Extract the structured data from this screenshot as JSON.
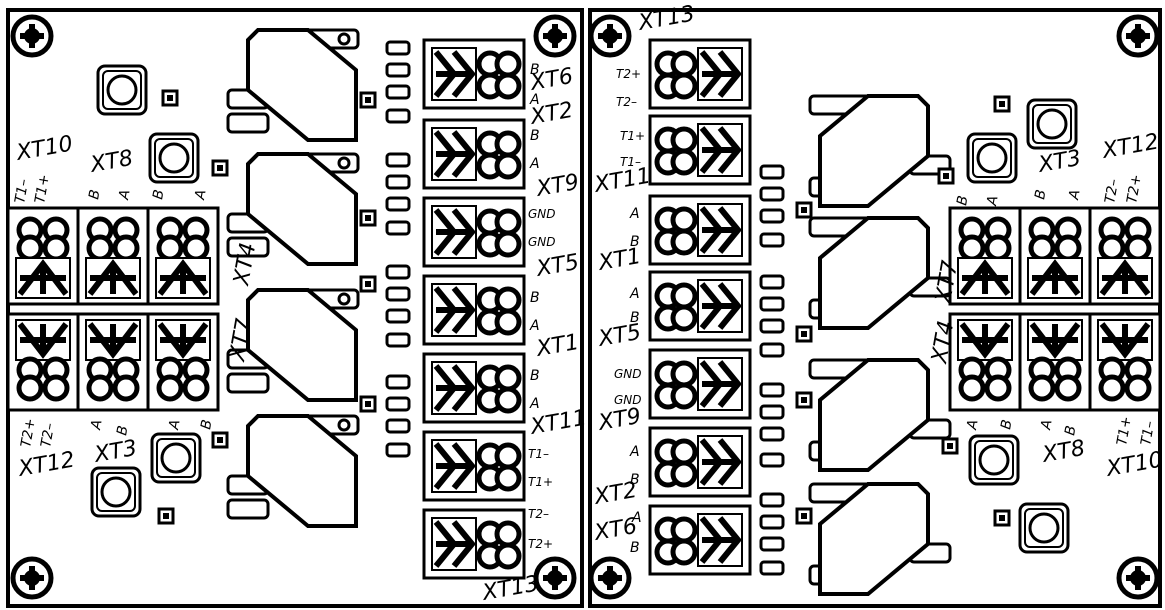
{
  "left_board": {
    "labels": {
      "xt6": "XT6",
      "xt2": "XT2",
      "xt9": "XT9",
      "xt5": "XT5",
      "xt1": "XT1",
      "xt11": "XT11",
      "xt13": "XT13",
      "xt10": "XT10",
      "xt8": "XT8",
      "xt4": "XT4",
      "xt7": "XT7",
      "xt12": "XT12",
      "xt3": "XT3"
    },
    "pins": {
      "xt6_b": "B",
      "xt6_a": "A",
      "xt2_b": "B",
      "xt2_a": "A",
      "xt9_gnd1": "GND",
      "xt9_gnd2": "GND",
      "xt5_b": "B",
      "xt5_a": "A",
      "xt1_b": "B",
      "xt1_a": "A",
      "xt11_t1m": "T1–",
      "xt11_t1p": "T1+",
      "xt13_t2m": "T2–",
      "xt13_t2p": "T2+",
      "xt10_t1m": "T1–",
      "xt10_t1p": "T1+",
      "xt8_b": "B",
      "xt8_a": "A",
      "xt4_b": "B",
      "xt4_a": "A",
      "xt12_t2p": "T2+",
      "xt12_t2m": "T2–",
      "xt3_a": "A",
      "xt3_b": "B",
      "xt7_a": "A",
      "xt7_b": "B"
    }
  },
  "right_board": {
    "labels": {
      "xt13": "XT13",
      "xt11": "XT11",
      "xt1": "XT1",
      "xt5": "XT5",
      "xt9": "XT9",
      "xt2": "XT2",
      "xt6": "XT6",
      "xt3": "XT3",
      "xt12": "XT12",
      "xt7": "XT7",
      "xt4": "XT4",
      "xt8": "XT8",
      "xt10": "XT10"
    },
    "pins": {
      "xt13_t2p": "T2+",
      "xt13_t2m": "T2–",
      "xt11_t1p": "T1+",
      "xt11_t1m": "T1–",
      "xt1_a": "A",
      "xt1_b": "B",
      "xt5_a": "A",
      "xt5_b": "B",
      "xt9_gnd1": "GND",
      "xt9_gnd2": "GND",
      "xt2_a": "A",
      "xt2_b": "B",
      "xt6_a": "A",
      "xt6_b": "B",
      "xt7_b": "B",
      "xt7_a": "A",
      "xt3_b": "B",
      "xt3_a": "A",
      "xt12_t2m": "T2–",
      "xt12_t2p": "T2+",
      "xt4_a": "A",
      "xt4_b": "B",
      "xt8_a": "A",
      "xt8_b": "B",
      "xt10_t1p": "T1+",
      "xt10_t1m": "T1–"
    }
  }
}
